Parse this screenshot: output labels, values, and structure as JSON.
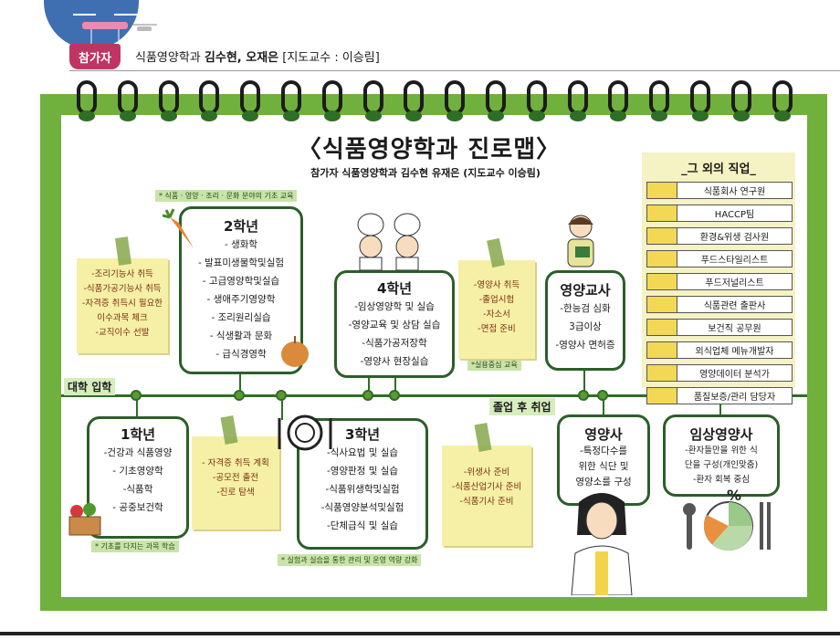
{
  "header": {
    "badge": "참가자",
    "dept": "식품영양학과 ",
    "names": "김수현, 오재은",
    "advisor": " [지도교수 : 이승림]"
  },
  "title": "〈식품영양학과 진로맵〉",
  "subtitle": "참가자 식품영양학과 김수현 유재은 (지도교수 이승림)",
  "notes": {
    "year2_top": "* 식품 · 영양 · 조리 · 문화 분야의 기초 교육",
    "year1_bottom": "* 기초를 다지는 과목 학습",
    "year3_bottom": "* 실험과 실습을 통한 관리 및 운영 역량 강화",
    "practice": "*실용중심 교육"
  },
  "years": {
    "y2": {
      "title": "2학년",
      "items": [
        "- 생화학",
        "- 발표미생물학및실험",
        "- 고급영양학및실습",
        "- 생애주기영양학",
        "- 조리원리실습",
        "- 식생활과 문화",
        "- 급식경영학"
      ]
    },
    "y4": {
      "title": "4학년",
      "items": [
        "-임상영양학 및 실습",
        "-영양교육 및 상담 실습",
        "-식품가공저장학",
        "-영양사 현장실습"
      ]
    },
    "y1": {
      "title": "1학년",
      "items": [
        "-건강과 식품영양",
        "- 기초영양학",
        "-식품학",
        "- 공중보건학"
      ]
    },
    "y3": {
      "title": "3학년",
      "items": [
        "-식사요법 및 실습",
        "-영양판정 및 실습",
        "-식품위생학및실험",
        "-식품영양분석및실험",
        "-단체급식 및 실습"
      ]
    }
  },
  "stickies": {
    "s1": [
      "-조리기능사 취득",
      "-식품가공기능사 취득",
      "-자격증 취득시 필요한",
      "이수과목 체크",
      "-교직이수 선발"
    ],
    "s2": [
      "-영양사 취득",
      "-졸업시험",
      "-자소서",
      "-면접 준비"
    ],
    "s3": [
      "- 자격증 취득 계획",
      "-공모전 출전",
      "-진로 탐색"
    ],
    "s4": [
      "-위생사 준비",
      "-식품산업기사 준비",
      "-식품기사 준비"
    ]
  },
  "careers": {
    "teacher": {
      "title": "영양교사",
      "items": [
        "-한능검 심화",
        "3급이상",
        "-영양사 면허증"
      ]
    },
    "dietitian": {
      "title": "영양사",
      "items": [
        "-특정다수를",
        "위한 식단 및",
        "영양소를 구성"
      ]
    },
    "clinical": {
      "title": "임상영양사",
      "items": [
        "-환자들만을 위한 식",
        "단을 구성(개인맞춤)",
        "-환자 회복 중심"
      ]
    }
  },
  "timeline": {
    "entry": "대학 입학",
    "grad": "졸업 후 취업"
  },
  "other_jobs": {
    "title": "_그 외의 직업_",
    "items": [
      "식품회사 연구원",
      "HACCP팀",
      "환경&위생 검사원",
      "푸드스타일리스트",
      "푸드저널리스트",
      "식품관련 출판사",
      "보건직 공무원",
      "외식업체 메뉴개발자",
      "영양데이터 분석가",
      "품질보증/관리 담당자"
    ]
  },
  "percent_sign": "%"
}
